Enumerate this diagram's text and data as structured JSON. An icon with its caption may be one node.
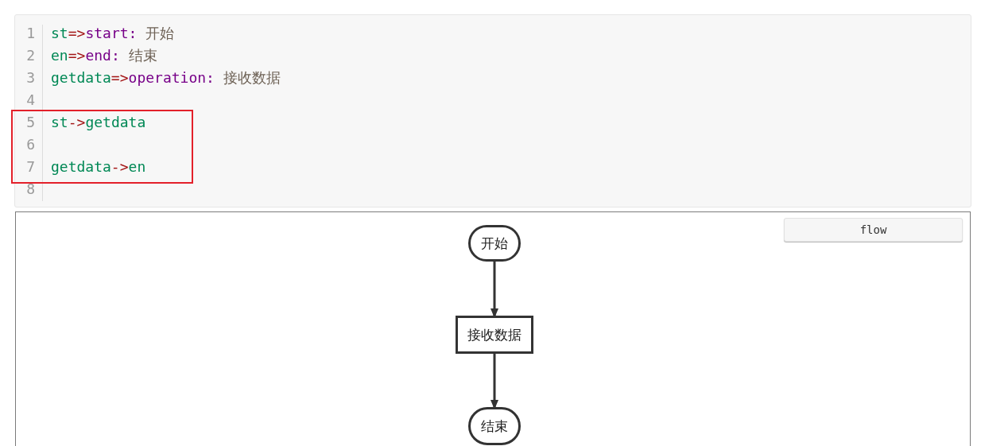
{
  "diagram": {
    "nodes": [
      {
        "text": [
          "5",
          "st->getdata",
          "6",
          "7",
          "getdata->en"
        ]
      },
      {
        "text": [
          "开始"
        ]
      },
      {
        "text": [
          "接收数据"
        ]
      },
      {
        "text": [
          "结束"
        ]
      },
      {
        "text": [
          "flow"
        ]
      }
    ],
    "edges": [
      {
        "from": 1,
        "to": 2,
        "arrow": "to"
      },
      {
        "from": 2,
        "to": 3,
        "arrow": "to"
      }
    ],
    "labels": [
      "1",
      "st=>start: 开始",
      "2",
      "en=>end: 结束",
      "3",
      "getdata=>operation: 接收数据",
      "4",
      "8"
    ]
  }
}
